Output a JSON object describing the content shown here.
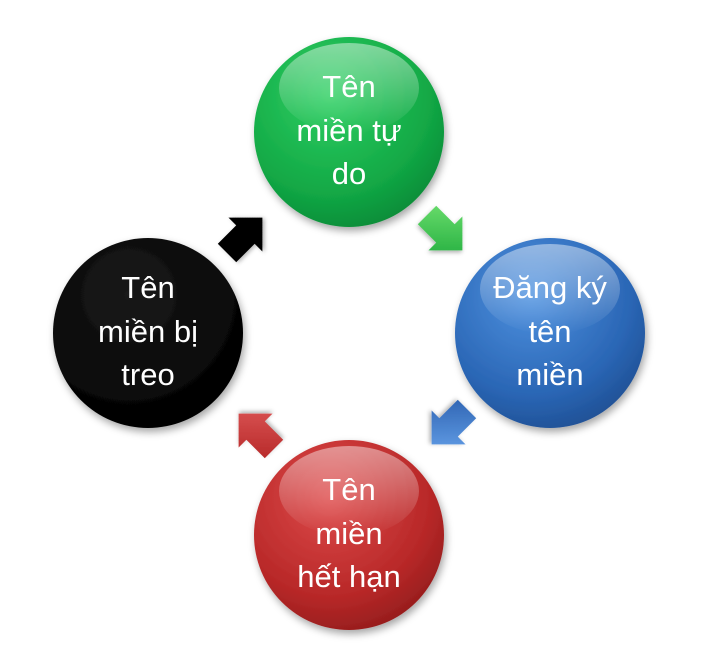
{
  "diagram": {
    "type": "cycle",
    "nodes": [
      {
        "id": "free",
        "lines": [
          "Tên",
          "miền tự",
          "do"
        ],
        "color": "#1aa84a"
      },
      {
        "id": "register",
        "lines": [
          "Đăng ký",
          "tên",
          "miền"
        ],
        "color": "#2e6fbe"
      },
      {
        "id": "expired",
        "lines": [
          "Tên",
          "miền",
          "hết hạn"
        ],
        "color": "#bd2e2e"
      },
      {
        "id": "suspended",
        "lines": [
          "Tên",
          "miền bị",
          "treo"
        ],
        "color": "#000000"
      }
    ],
    "arrows": [
      {
        "from": "free",
        "to": "register",
        "color": "#23b53b"
      },
      {
        "from": "register",
        "to": "expired",
        "color": "#2f6fbf"
      },
      {
        "from": "expired",
        "to": "suspended",
        "color": "#c22f2f"
      },
      {
        "from": "suspended",
        "to": "free",
        "color": "#000000"
      }
    ]
  }
}
